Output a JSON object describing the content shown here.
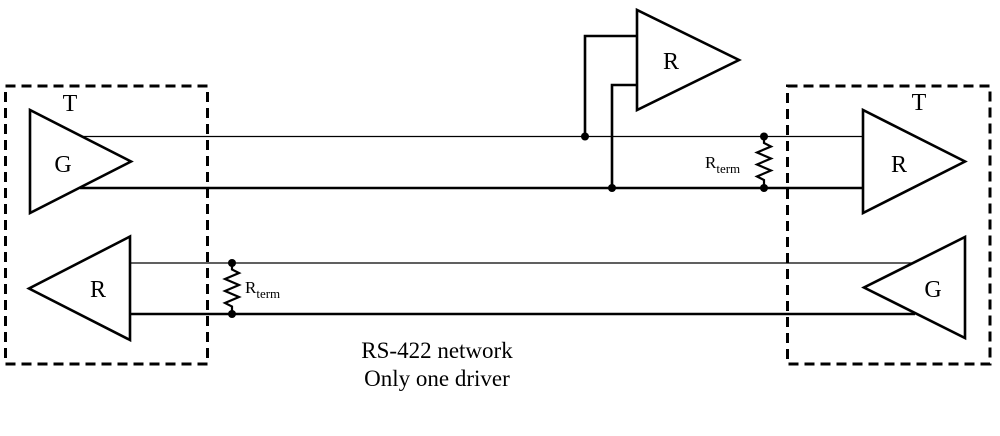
{
  "caption": {
    "line1": "RS-422 network",
    "line2": "Only one driver"
  },
  "left_terminal": {
    "label": "T",
    "driver_label": "G",
    "receiver_label": "R"
  },
  "right_terminal": {
    "label": "T",
    "receiver_label": "R",
    "driver_label": "G"
  },
  "stub_receiver": {
    "label": "R"
  },
  "termination_left": {
    "symbol": "R",
    "subscript": "term"
  },
  "termination_right": {
    "symbol": "R",
    "subscript": "term"
  },
  "colors": {
    "stroke": "#000000",
    "background": "#ffffff"
  }
}
